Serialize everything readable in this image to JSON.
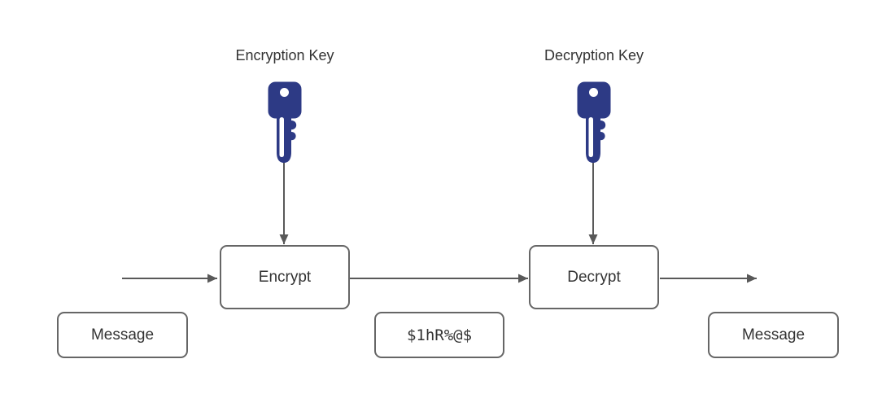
{
  "diagram": {
    "labels": {
      "encryption_key": "Encryption Key",
      "decryption_key": "Decryption Key"
    },
    "nodes": {
      "message_input": {
        "label": "Message"
      },
      "encrypt": {
        "label": "Encrypt"
      },
      "ciphertext": {
        "label": "$1hR%@$"
      },
      "decrypt": {
        "label": "Decrypt"
      },
      "message_output": {
        "label": "Message"
      }
    },
    "icons": {
      "encryption_key": "key-icon",
      "decryption_key": "key-icon"
    },
    "colors": {
      "key_fill": "#2d3a85",
      "arrow": "#595959",
      "node_border": "#666666",
      "text": "#333333",
      "background": "#ffffff"
    }
  }
}
